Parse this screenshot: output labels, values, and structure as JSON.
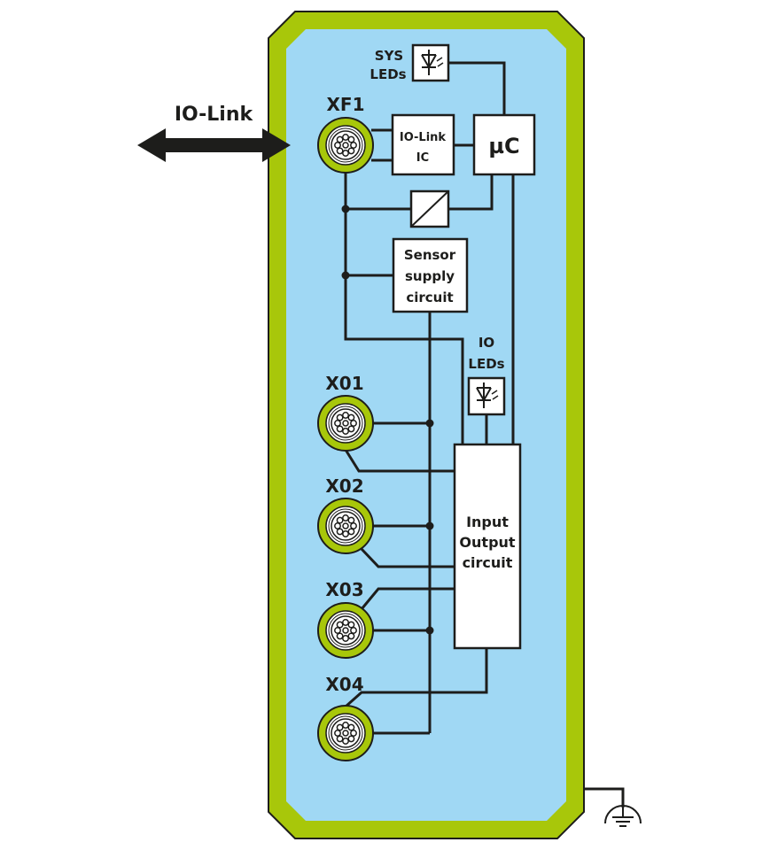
{
  "title": "IO-Link device block diagram",
  "colors": {
    "housing": "#a8c70a",
    "interior": "#a0d8f4",
    "line": "#1d1d1b",
    "box": "#ffffff"
  },
  "external": {
    "io_link_label": "IO-Link",
    "io_link_arrow_icon": "double-arrow",
    "ground_icon": "protective-earth"
  },
  "blocks": {
    "sys_leds": {
      "line1": "SYS",
      "line2": "LEDs",
      "icon": "led-diode"
    },
    "io_link_ic": {
      "line1": "IO-Link",
      "line2": "IC"
    },
    "microcontroller": {
      "label": "µC"
    },
    "dc_converter": {
      "icon": "converter"
    },
    "sensor_supply": {
      "line1": "Sensor",
      "line2": "supply",
      "line3": "circuit"
    },
    "io_leds": {
      "line1": "IO",
      "line2": "LEDs",
      "icon": "led-diode"
    },
    "io_circuit": {
      "line1": "Input",
      "line2": "Output",
      "line3": "circuit"
    }
  },
  "connectors": [
    {
      "id": "XF1",
      "label": "XF1"
    },
    {
      "id": "X01",
      "label": "X01"
    },
    {
      "id": "X02",
      "label": "X02"
    },
    {
      "id": "X03",
      "label": "X03"
    },
    {
      "id": "X04",
      "label": "X04"
    }
  ]
}
